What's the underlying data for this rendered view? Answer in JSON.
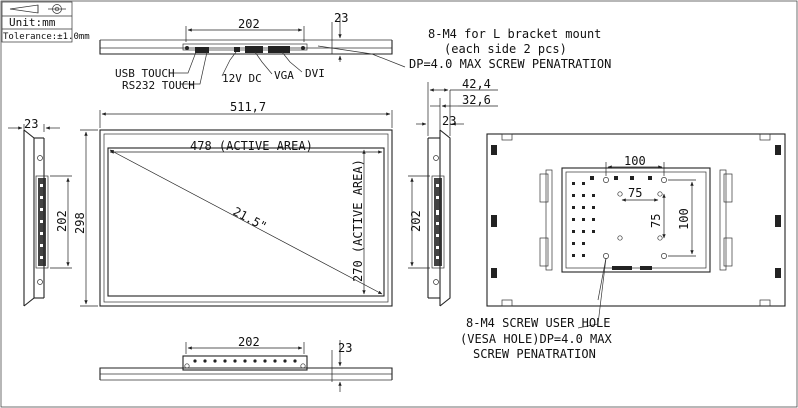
{
  "title_block": {
    "unit": "Unit:mm",
    "tolerance": "Tolerance:±1.0mm"
  },
  "top_view": {
    "dim_width": "202",
    "dim_depth": "23",
    "labels": {
      "usb_touch": "USB TOUCH",
      "rs232_touch": "RS232 TOUCH",
      "dc": "12V DC",
      "vga": "VGA",
      "dvi": "DVI"
    },
    "bracket_note": [
      "8-M4 for L bracket mount",
      "(each side 2 pcs)",
      "DP=4.0 MAX SCREW PENATRATION"
    ]
  },
  "left_view": {
    "dim_depth": "23",
    "dim_height": "202"
  },
  "front_view": {
    "dim_width": "511,7",
    "dim_height": "298",
    "active_width": "478 (ACTIVE AREA)",
    "active_height": "270 (ACTIVE AREA)",
    "diagonal": "21.5\""
  },
  "right_view": {
    "dim_total_depth": "42,4",
    "dim_body_depth": "32,6",
    "dim_depth": "23",
    "dim_height": "202"
  },
  "bottom_view": {
    "dim_width": "202",
    "dim_depth": "23"
  },
  "rear_view": {
    "dim_vesa_h": "100",
    "dim_vesa_v": "100",
    "dim_small_h": "75",
    "dim_small_v": "75",
    "vesa_note": [
      "8-M4 SCREW USER HOLE",
      "(VESA HOLE)DP=4.0 MAX",
      "SCREW PENATRATION"
    ]
  }
}
